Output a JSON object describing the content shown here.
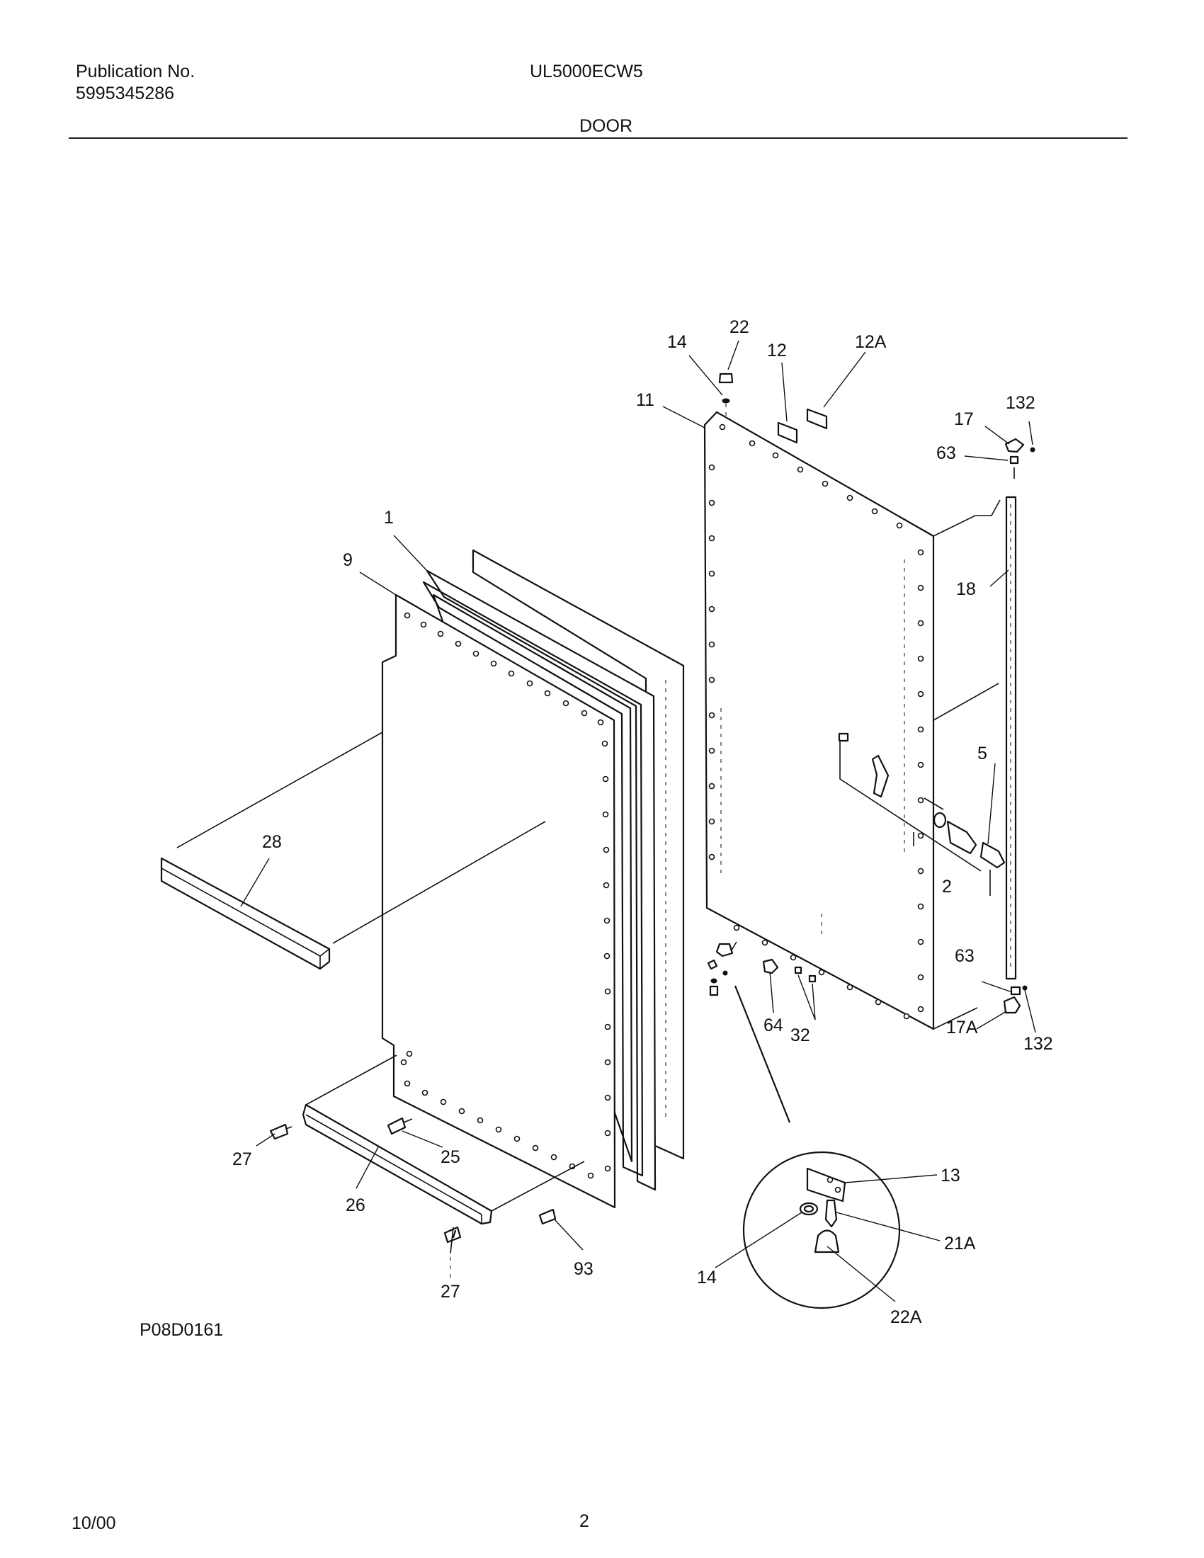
{
  "header": {
    "publication_label": "Publication No.",
    "publication_number": "5995345286",
    "model": "UL5000ECW5",
    "section": "DOOR"
  },
  "diagram_code": "P08D0161",
  "footer": {
    "date": "10/00",
    "page": "2"
  },
  "callouts": {
    "c22": "22",
    "c14_top": "14",
    "c12": "12",
    "c12a": "12A",
    "c11": "11",
    "c17": "17",
    "c132_top": "132",
    "c63_top": "63",
    "c1": "1",
    "c9": "9",
    "c18": "18",
    "c5": "5",
    "c28": "28",
    "c2": "2",
    "c63_bot": "63",
    "c64": "64",
    "c32": "32",
    "c17a": "17A",
    "c132_bot": "132",
    "c27_left": "27",
    "c25": "25",
    "c26": "26",
    "c13": "13",
    "c27_bot": "27",
    "c93": "93",
    "c21a": "21A",
    "c14_det": "14",
    "c22a": "22A"
  }
}
